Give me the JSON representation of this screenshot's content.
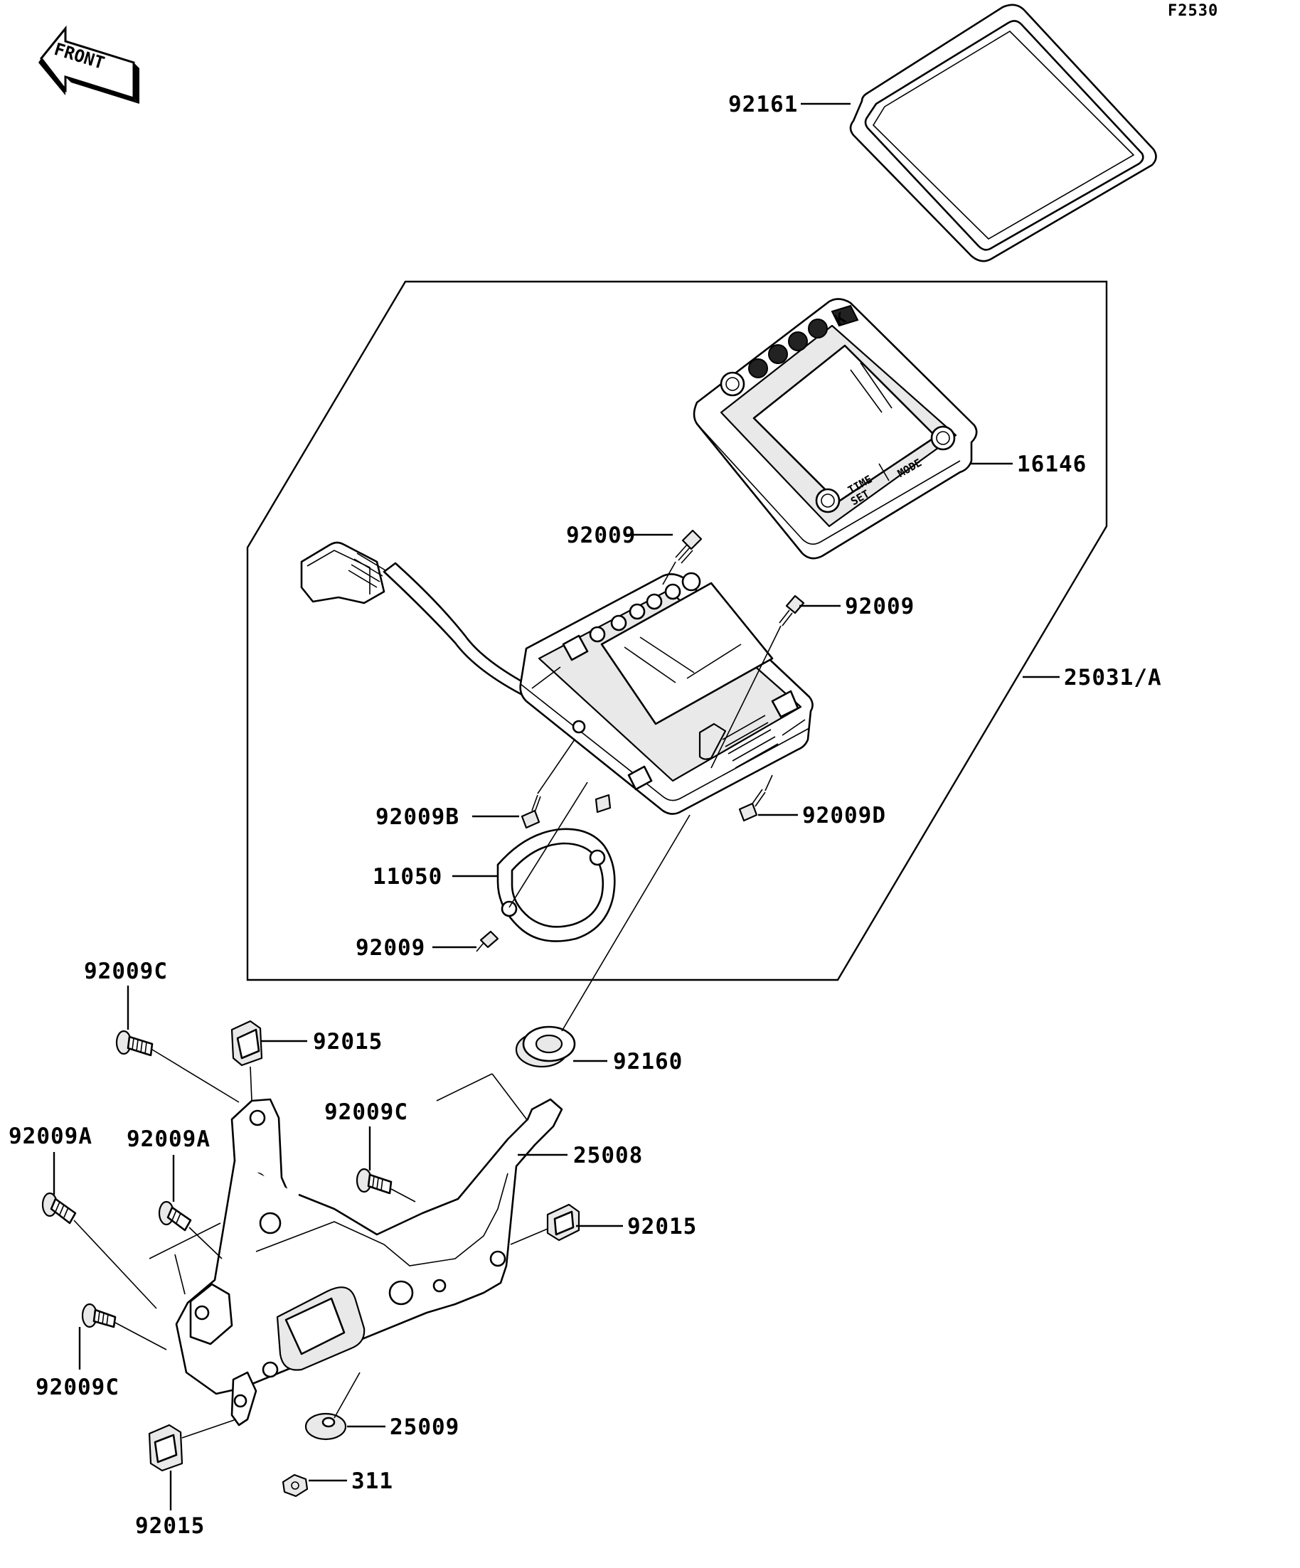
{
  "diagram_code": "F2530",
  "direction_indicator": "FRONT",
  "assembly_box_label": "25031/A",
  "meter_buttons": {
    "mode": "MODE",
    "time_set_1": "TIME",
    "time_set_2": "SET",
    "brand_letter": "K"
  },
  "parts": {
    "lens_cover": "92161",
    "meter_case_cover": "16146",
    "screw_top": "92009",
    "screw_right": "92009",
    "screw_b": "92009B",
    "screw_d": "92009D",
    "gasket": "11050",
    "screw_gasket": "92009",
    "grommet": "92160",
    "bracket": "25008",
    "stay": "25009",
    "nut": "311",
    "clip_upper": "92015",
    "clip_right": "92015",
    "clip_bottom": "92015",
    "bolt_c_upper_left": "92009C",
    "bolt_c_middle": "92009C",
    "bolt_c_lower_left": "92009C",
    "bolt_a_left": "92009A",
    "bolt_a_inner": "92009A"
  }
}
